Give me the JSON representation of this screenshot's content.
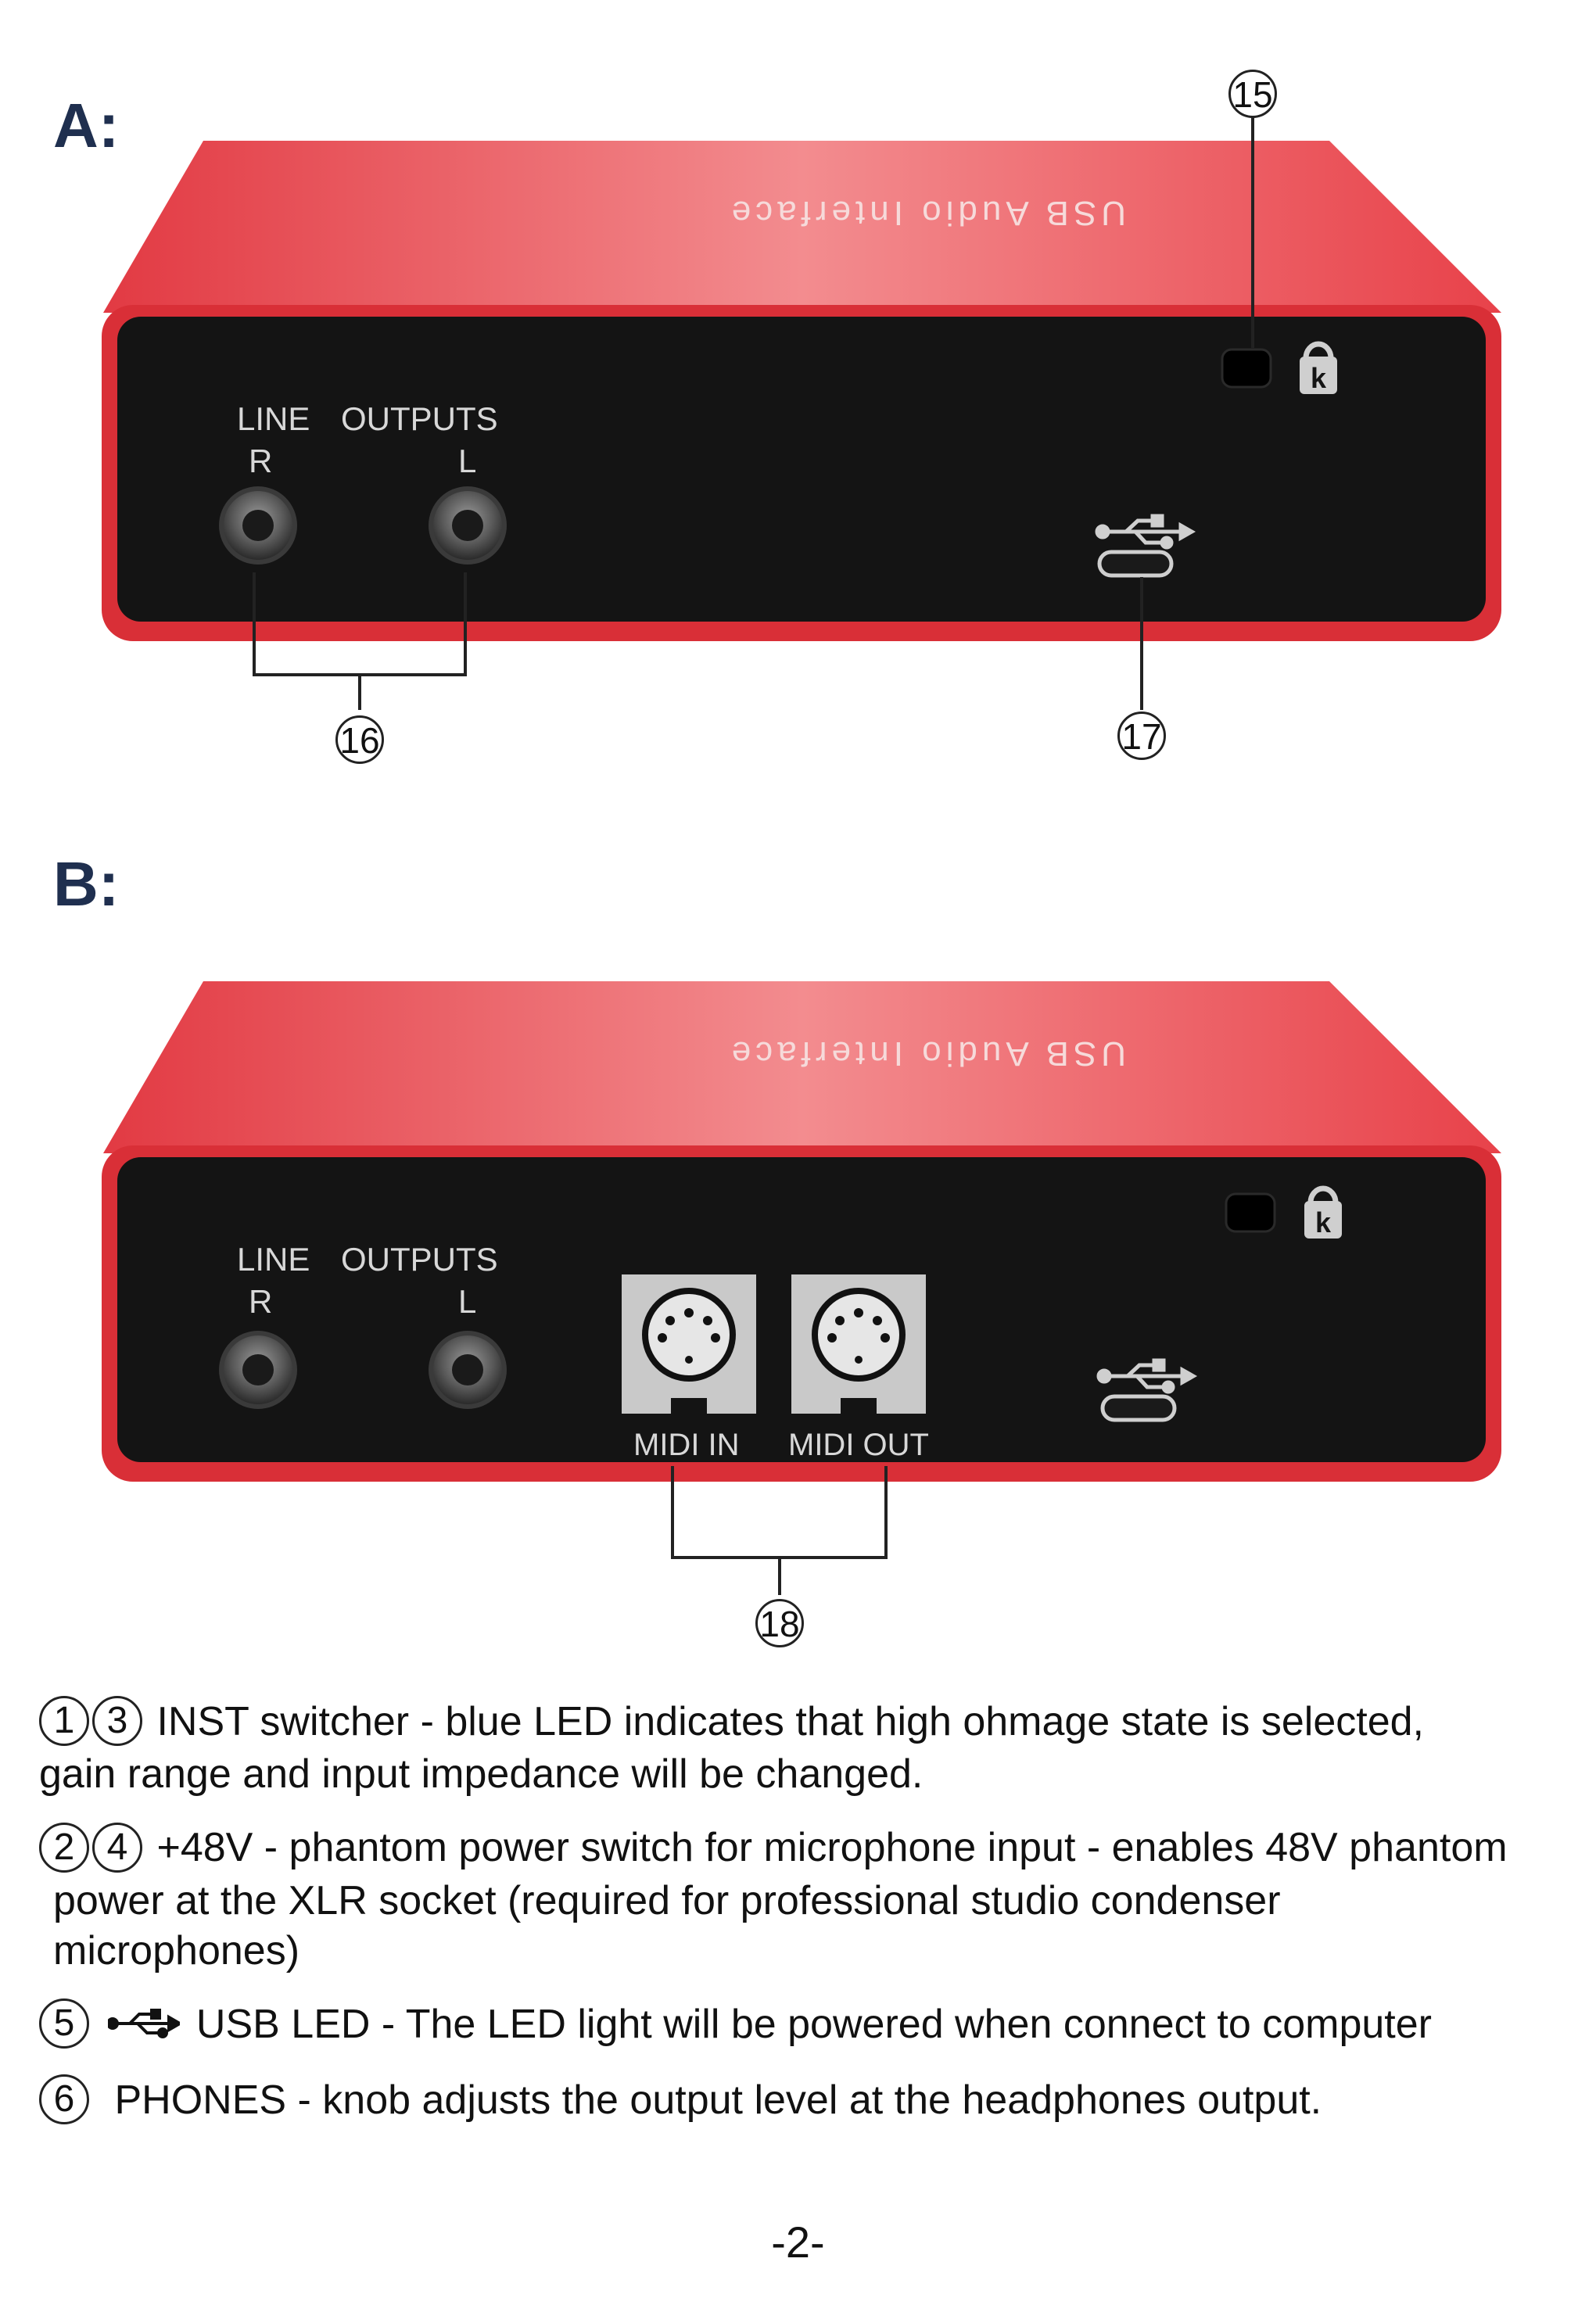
{
  "figure_a": {
    "label": "A:",
    "top_text": "USB Audio Interface",
    "line_label": "LINE",
    "outputs_label": "OUTPUTS",
    "r_label": "R",
    "l_label": "L",
    "callouts": {
      "kensington": "15",
      "line_outputs": "16",
      "usb": "17"
    }
  },
  "figure_b": {
    "label": "B:",
    "top_text": "USB Audio Interface",
    "line_label": "LINE",
    "outputs_label": "OUTPUTS",
    "r_label": "R",
    "l_label": "L",
    "midi_in_label": "MIDI IN",
    "midi_out_label": "MIDI OUT",
    "callouts": {
      "midi": "18"
    }
  },
  "descriptions": [
    {
      "nums": [
        "1",
        "3"
      ],
      "line1": "INST switcher -  blue LED indicates that high ohmage state is selected,",
      "line2": "gain range and input impedance will be changed.",
      "line3": ""
    },
    {
      "nums": [
        "2",
        "4"
      ],
      "line1": "+48V - phantom power switch for microphone input - enables 48V phantom",
      "line2": "power at the XLR socket (required for professional studio condenser",
      "line3": "microphones)"
    },
    {
      "nums": [
        "5"
      ],
      "line1": "USB LED - The LED light will be powered when connect to computer",
      "icon": "usb-icon"
    },
    {
      "nums": [
        "6"
      ],
      "line1": "PHONES - knob adjusts the output level at the headphones output."
    }
  ],
  "page_number": "-2-",
  "colors": {
    "body_red": "#e8434a",
    "panel_black": "#141414",
    "heading_navy": "#1f2f4f"
  }
}
